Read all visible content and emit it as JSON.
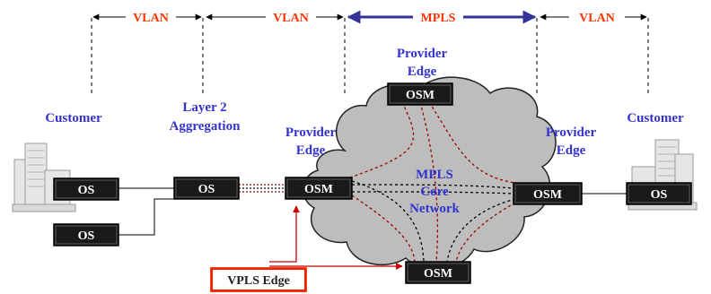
{
  "segments": {
    "vlan_left": "VLAN",
    "vlan_mid": "VLAN",
    "mpls": "MPLS",
    "vlan_right": "VLAN"
  },
  "labels": {
    "customer_left": "Customer",
    "aggregation_line1": "Layer 2",
    "aggregation_line2": "Aggregation",
    "pe_left_line1": "Provider",
    "pe_left_line2": "Edge",
    "pe_top_line1": "Provider",
    "pe_top_line2": "Edge",
    "pe_right_line1": "Provider",
    "pe_right_line2": "Edge",
    "customer_right": "Customer",
    "core_line1": "MPLS",
    "core_line2": "Core",
    "core_line3": "Network"
  },
  "devices": {
    "cust_left_top": "OS",
    "cust_left_bottom": "OS",
    "aggregation": "OS",
    "pe_left": "OSM",
    "pe_top": "OSM",
    "pe_right": "OSM",
    "pe_bottom": "OSM",
    "cust_right": "OS"
  },
  "vpls_edge": "VPLS Edge",
  "colors": {
    "segment_label": "#ff3300",
    "mpls_arrow": "#333399",
    "node_label": "#3333cc",
    "device_box": "#1a1a1a",
    "cloud": "#bdbdbd",
    "core_lsp": "#990000",
    "vpls_box": "#ee2200"
  }
}
